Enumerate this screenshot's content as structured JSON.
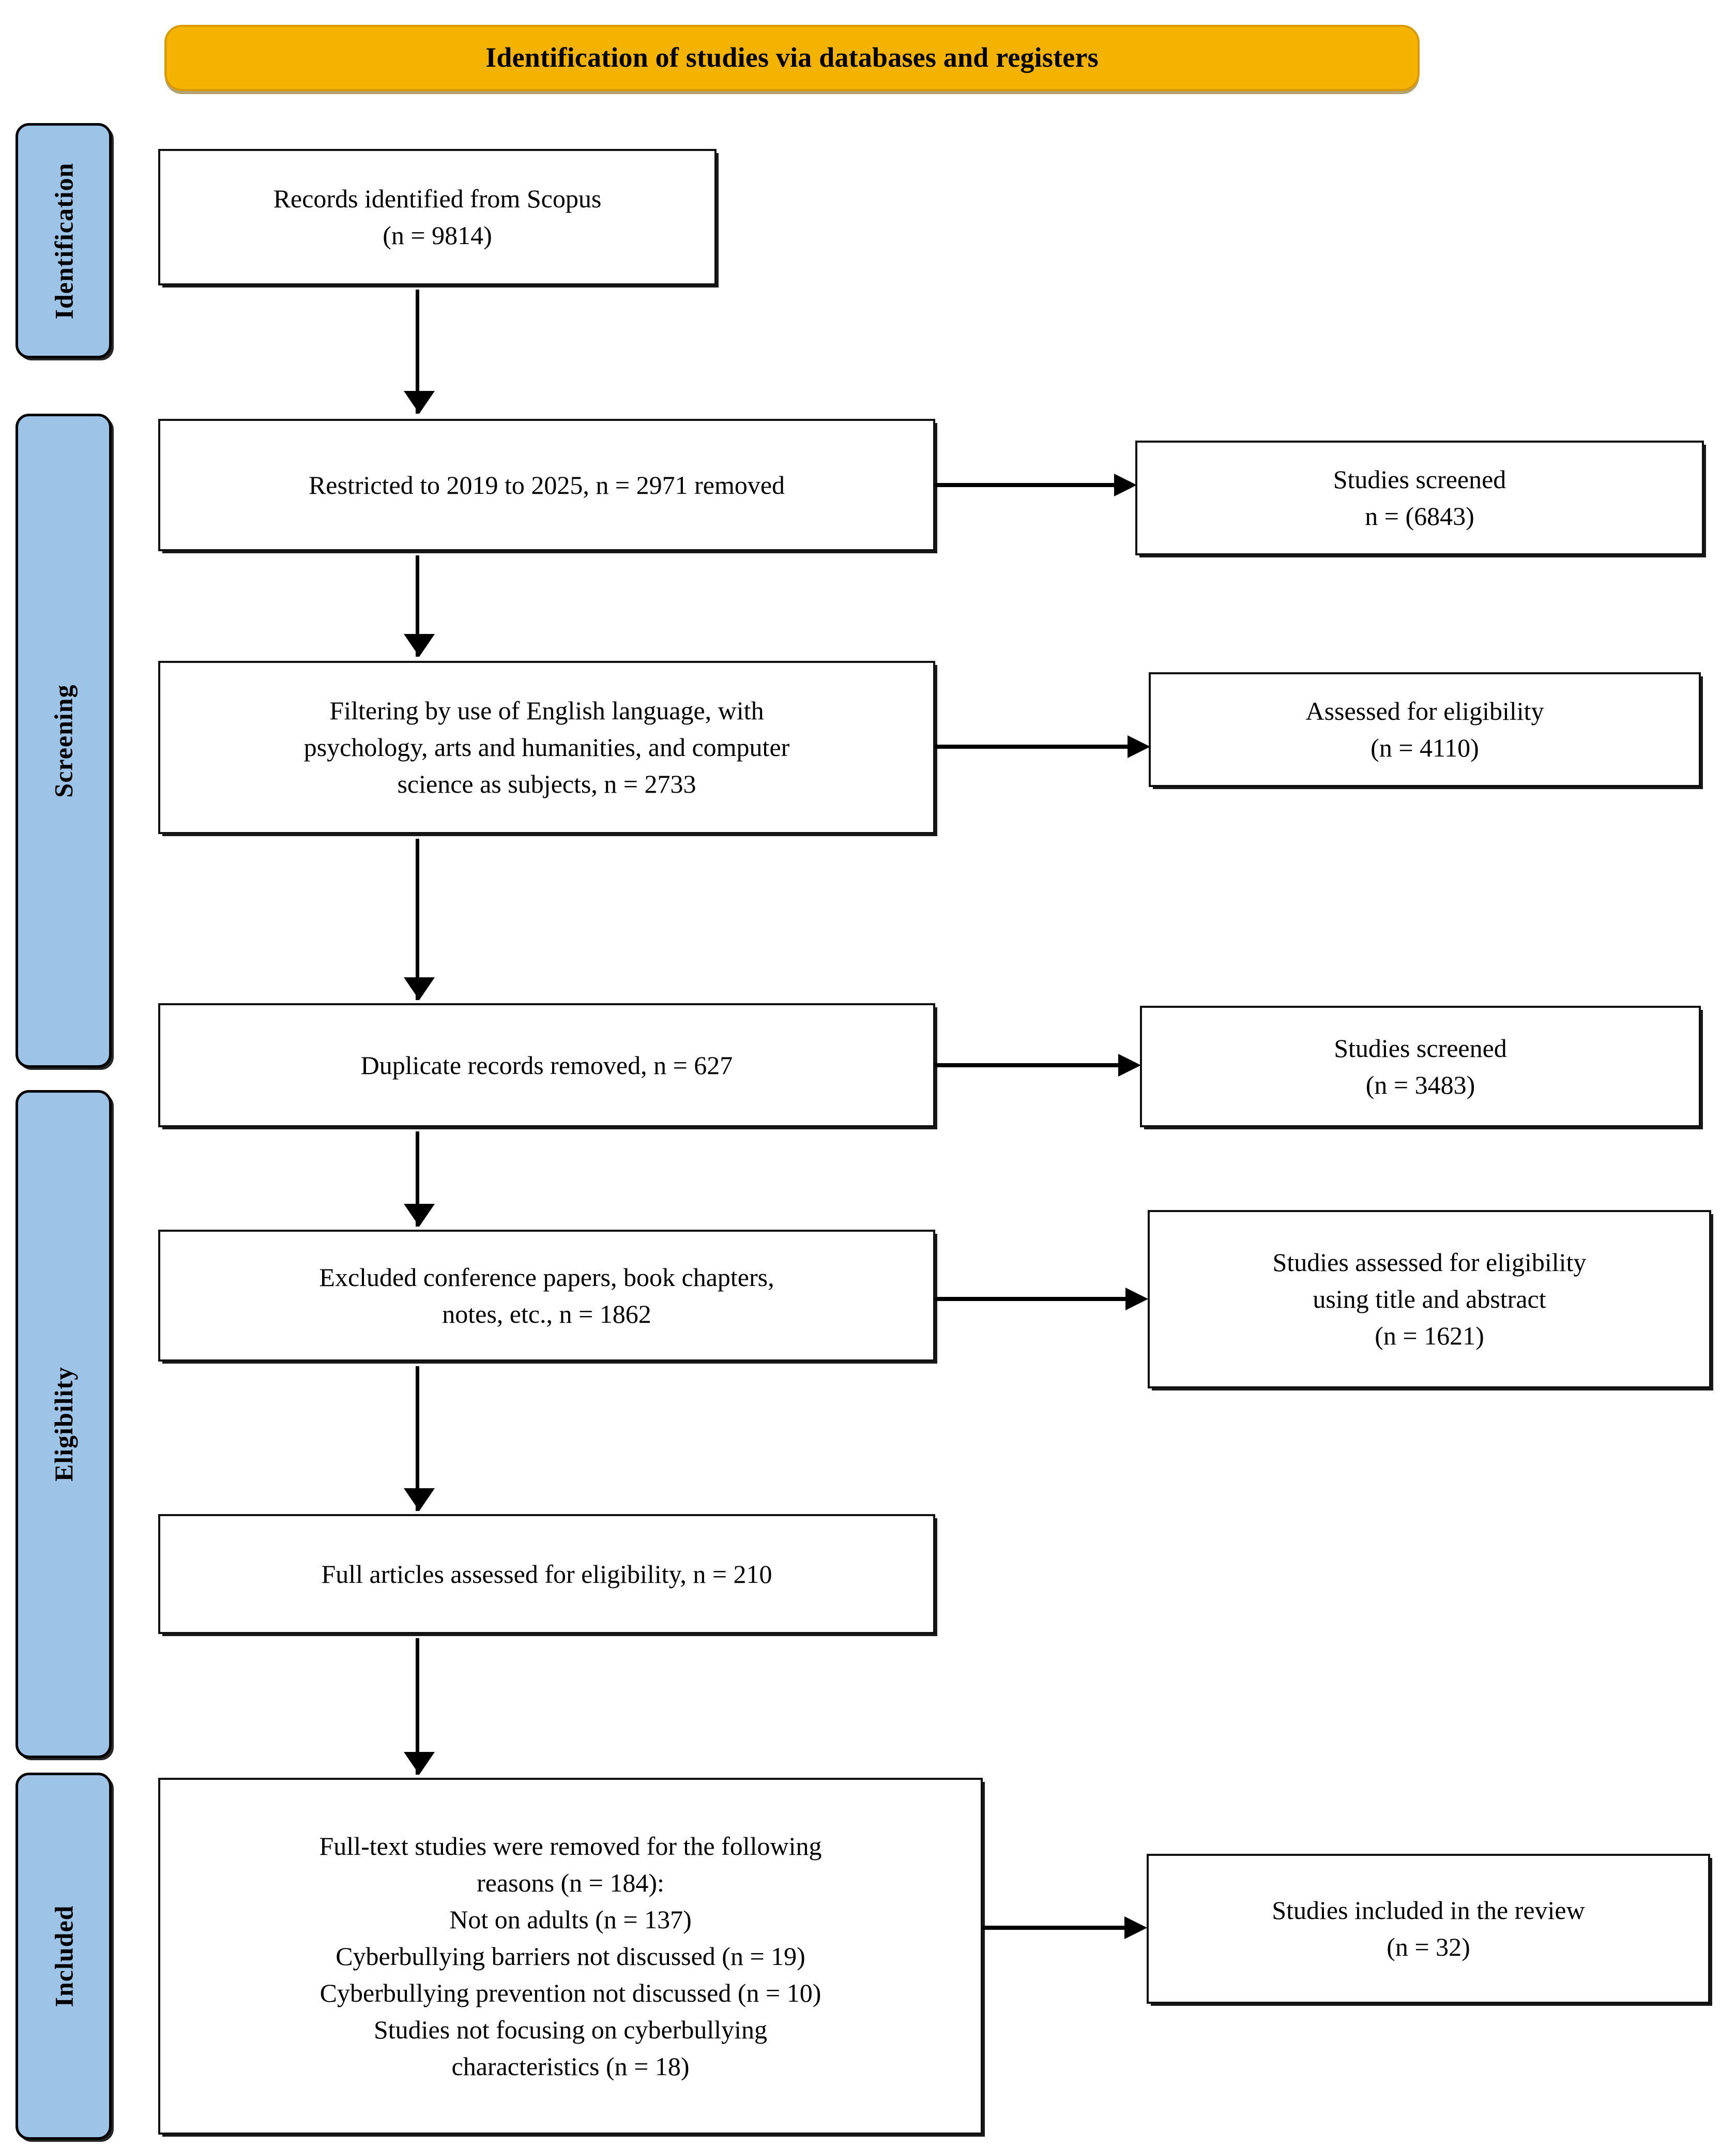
{
  "banner": {
    "title": "Identification of studies via databases and registers",
    "fill_color": "#F5B301"
  },
  "stages": [
    {
      "label": "Identification"
    },
    {
      "label": "Screening"
    },
    {
      "label": "Eligibility"
    },
    {
      "label": "Included"
    }
  ],
  "flow": {
    "left_boxes": [
      {
        "id": "records-identified",
        "lines": [
          "Records identified from Scopus",
          "(n = 9814)"
        ]
      },
      {
        "id": "restricted-years",
        "lines": [
          "Restricted to 2019 to 2025, n = 2971 removed"
        ]
      },
      {
        "id": "filtering-language-subjects",
        "lines": [
          "Filtering by use of English language, with",
          "psychology, arts and humanities, and computer",
          "science as subjects, n = 2733"
        ]
      },
      {
        "id": "duplicates-removed",
        "lines": [
          "Duplicate records removed, n = 627"
        ]
      },
      {
        "id": "excluded-doc-types",
        "lines": [
          "Excluded conference papers, book chapters,",
          "notes, etc., n = 1862"
        ]
      },
      {
        "id": "full-articles-assessed",
        "lines": [
          "Full articles assessed for eligibility, n = 210"
        ]
      },
      {
        "id": "fulltext-removed-reasons",
        "lines": [
          "Full-text studies were removed for the following",
          "reasons (n = 184):",
          "Not on adults (n = 137)",
          "Cyberbullying barriers not discussed (n = 19)",
          "Cyberbullying prevention not discussed (n = 10)",
          "Studies not focusing on cyberbullying",
          "characteristics (n = 18)"
        ]
      }
    ],
    "right_boxes": [
      {
        "id": "studies-screened-6843",
        "lines": [
          "Studies screened",
          "n = (6843)"
        ]
      },
      {
        "id": "assessed-eligibility-4110",
        "lines": [
          "Assessed for eligibility",
          "(n = 4110)"
        ]
      },
      {
        "id": "studies-screened-3483",
        "lines": [
          "Studies screened",
          "(n = 3483)"
        ]
      },
      {
        "id": "assessed-title-abstract-1621",
        "lines": [
          "Studies assessed for eligibility",
          "using title and abstract",
          "(n = 1621)"
        ]
      },
      {
        "id": "studies-included-32",
        "lines": [
          "Studies included in the review",
          "(n = 32)"
        ]
      }
    ]
  }
}
